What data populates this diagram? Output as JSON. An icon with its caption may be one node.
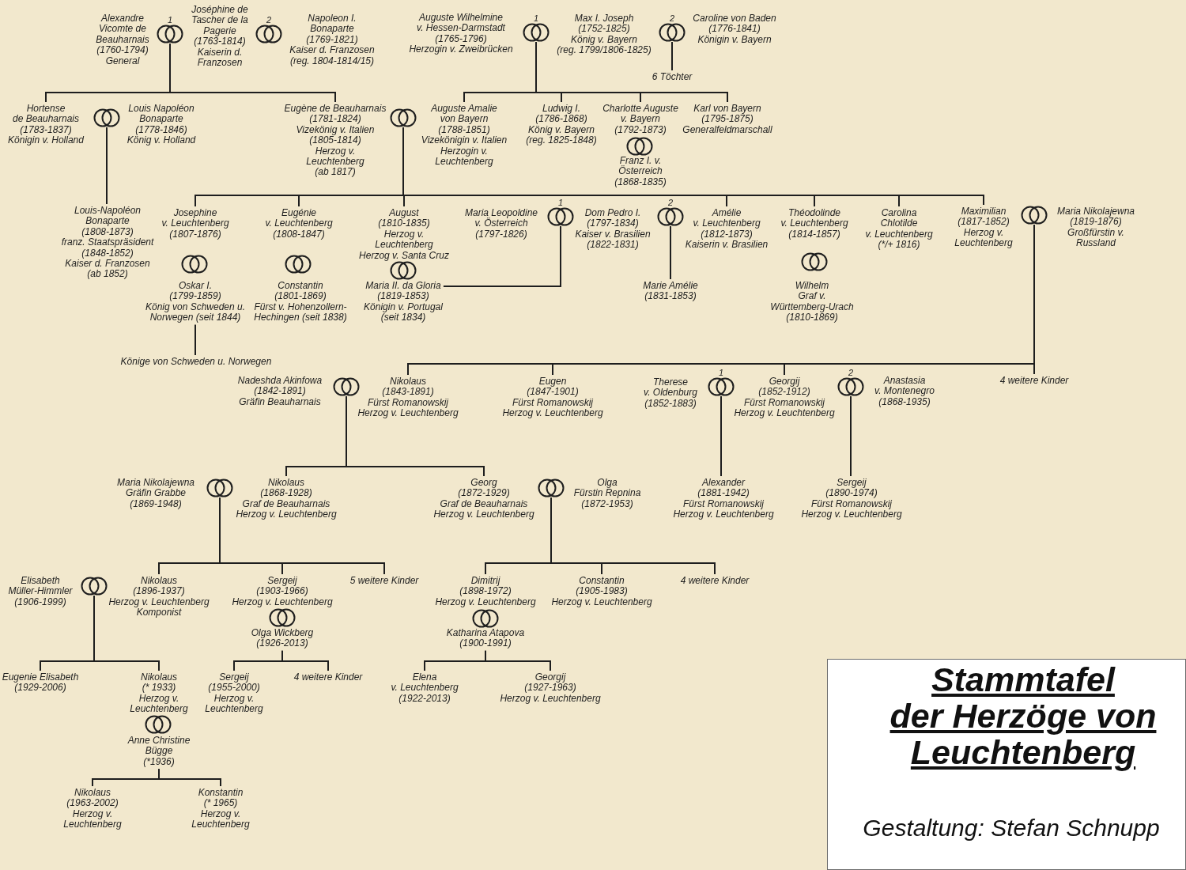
{
  "diagram": {
    "title": "Stammtafel der Herzöge von Leuchtenberg",
    "caption": "Gestaltung: Stefan Schnupp",
    "nodes": [
      {
        "text": [],
        "shape": "rings",
        "beside": [
          "1"
        ]
      },
      {
        "text": [],
        "shape": "rings",
        "beside": [
          "2"
        ]
      },
      {
        "text": [],
        "shape": "rings",
        "beside": [
          "1"
        ]
      },
      {
        "text": [],
        "shape": "rings",
        "beside": [
          "2"
        ]
      },
      {
        "text": [
          "6 Töchter"
        ]
      },
      {
        "text": [
          "Hortense de Beauharnais (1783-1837) Königin v. Holland"
        ]
      },
      {
        "text": [],
        "shape": "rings"
      },
      {
        "text": [
          "Eugène de Beauharnais (1781-1824) Vizekönig v. Italien (1805-1814) Herzog v. Leuchtenberg (ab 1817)"
        ]
      },
      {
        "text": [],
        "shape": "rings"
      },
      {
        "text": [
          "Auguste Amalie von Bayern (1788-1851) Vizekönigin v. Italien Herzogin v. Leuchtenberg"
        ]
      },
      {
        "text": [
          "Ludwig I. (1786-1868) König v. Bayern (reg. 1825-1848)"
        ]
      },
      {
        "text": [
          "Charlotte Auguste v. Bayern (1792-1873)"
        ]
      },
      {
        "text": [
          "Karl von Bayern (1795-1875) Generalfeldmarschall"
        ]
      },
      {
        "text": [],
        "shape": "rings"
      },
      {
        "text": [
          "Louis-Napoléon Bonaparte (1808-1873) franz. Staatspräsident (1848-1852) Kaiser d. Franzosen (ab 1852)"
        ]
      },
      {
        "text": [
          "Josephine v. Leuchtenberg (1807-1876)"
        ]
      },
      {
        "text": [
          "Eugénie v. Leuchtenberg (1808-1847)"
        ]
      },
      {
        "text": [
          "August (1810-1835) Herzog v. Leuchtenberg Herzog v. Santa Cruz"
        ]
      },
      {
        "text": [],
        "shape": "rings",
        "beside": [
          "1"
        ]
      },
      {
        "text": [],
        "shape": "rings",
        "beside": [
          "2"
        ]
      },
      {
        "text": [
          "Amélie v. Leuchtenberg (1812-1873) Kaiserin v. Brasilien"
        ]
      },
      {
        "text": [
          "Théodolinde v. Leuchtenberg (1814-1857)"
        ]
      },
      {
        "text": [
          "Carolina Chlotilde v. Leuchtenberg (*/+ 1816)"
        ]
      },
      {
        "text": [
          "Maximilian (1817-1852) Herzog v. Leuchtenberg"
        ]
      },
      {
        "text": [],
        "shape": "rings"
      },
      {
        "text": [],
        "shape": "rings"
      },
      {
        "text": [],
        "shape": "rings"
      },
      {
        "text": [],
        "shape": "rings"
      },
      {
        "text": [],
        "shape": "rings"
      },
      {
        "text": [
          "Oskar I. (1799-1859) König von Schweden u. Norwegen (seit 1844)"
        ]
      },
      {
        "text": [
          "Maria II. da Gloria (1819-1853) Königin v. Portugal (seit 1834)"
        ]
      },
      {
        "text": [
          "Marie Amélie (1831-1853)"
        ]
      },
      {
        "text": [
          "Könige von Schweden u. Norwegen"
        ]
      },
      {
        "text": [],
        "shape": "rings"
      },
      {
        "text": [
          "Nikolaus (1843-1891) Fürst Romanowskij Herzog v. Leuchtenberg"
        ]
      },
      {
        "text": [
          "Eugen (1847-1901) Fürst Romanowskij Herzog v. Leuchtenberg"
        ]
      },
      {
        "text": [],
        "shape": "rings",
        "beside": [
          "1"
        ]
      },
      {
        "text": [
          "Georgij (1852-1912) Fürst Romanowskij Herzog v. Leuchtenberg"
        ]
      },
      {
        "text": [],
        "shape": "rings",
        "beside": [
          "2"
        ]
      },
      {
        "text": [
          "4 weitere Kinder"
        ]
      },
      {
        "text": [],
        "shape": "rings"
      },
      {
        "text": [
          "Nikolaus (1868-1928) Graf de Beauharnais Herzog v. Leuchtenberg"
        ]
      },
      {
        "text": [
          "Georg (1872-1929) Graf de Beauharnais Herzog v. Leuchtenberg"
        ]
      },
      {
        "text": [],
        "shape": "rings"
      },
      {
        "text": [
          "Alexander (1881-1942) Fürst Romanowskij Herzog v. Leuchtenberg"
        ]
      },
      {
        "text": [
          "Sergeij (1890-1974) Fürst Romanowskij Herzog v. Leuchtenberg"
        ]
      },
      {
        "text": [],
        "shape": "rings"
      },
      {
        "text": [
          "Nikolaus (1896-1937) Herzog v. Leuchtenberg Komponist"
        ]
      },
      {
        "text": [
          "Sergeij (1903-1966) Herzog v. Leuchtenberg"
        ]
      },
      {
        "text": [
          "5 weitere Kinder"
        ]
      },
      {
        "text": [
          "Dimitrij (1898-1972) Herzog v. Leuchtenberg"
        ]
      },
      {
        "text": [
          "Constantin (1905-1983) Herzog v. Leuchtenberg"
        ]
      },
      {
        "text": [
          "4 weitere Kinder"
        ]
      },
      {
        "text": [],
        "shape": "rings"
      },
      {
        "text": [],
        "shape": "rings"
      },
      {
        "text": [
          "Olga Wickberg (1926-2013)"
        ]
      },
      {
        "text": [
          "Katharina Atapova (1900-1991)"
        ]
      },
      {
        "text": [
          "Eugenie Elisabeth (1929-2006)"
        ]
      },
      {
        "text": [
          "Nikolaus (* 1933) Herzog v. Leuchtenberg"
        ]
      },
      {
        "text": [
          "Sergeij (1955-2000) Herzog v. Leuchtenberg"
        ]
      },
      {
        "text": [
          "4 weitere Kinder"
        ]
      },
      {
        "text": [
          "Elena v. Leuchtenberg (1922-2013)"
        ]
      },
      {
        "text": [
          "Georgij (1927-1963) Herzog v. Leuchtenberg"
        ]
      },
      {
        "text": [],
        "shape": "rings"
      },
      {
        "text": [
          "Anne Christine Bügge (*1936)"
        ]
      },
      {
        "text": [
          "Nikolaus (1963-2002) Herzog v. Leuchtenberg"
        ]
      },
      {
        "text": [
          "Konstantin (* 1965) Herzog v. Leuchtenberg"
        ]
      }
    ],
    "edges": [
      {
        "from": 0,
        "to": 5,
        "arrow": "none"
      },
      {
        "from": 0,
        "to": 7,
        "arrow": "none"
      },
      {
        "from": 2,
        "to": 9,
        "arrow": "none"
      },
      {
        "from": 2,
        "to": 10,
        "arrow": "none"
      },
      {
        "from": 2,
        "to": 11,
        "arrow": "none"
      },
      {
        "from": 2,
        "to": 12,
        "arrow": "none"
      },
      {
        "from": 3,
        "to": 4,
        "arrow": "none"
      },
      {
        "from": 6,
        "to": 14,
        "arrow": "none"
      },
      {
        "from": 8,
        "to": 15,
        "arrow": "none"
      },
      {
        "from": 8,
        "to": 16,
        "arrow": "none"
      },
      {
        "from": 8,
        "to": 17,
        "arrow": "none"
      },
      {
        "from": 8,
        "to": 20,
        "arrow": "none"
      },
      {
        "from": 8,
        "to": 21,
        "arrow": "none"
      },
      {
        "from": 8,
        "to": 22,
        "arrow": "none"
      },
      {
        "from": 8,
        "to": 23,
        "arrow": "none"
      },
      {
        "from": 18,
        "to": 30,
        "arrow": "none"
      },
      {
        "from": 19,
        "to": 31,
        "arrow": "none"
      },
      {
        "from": 29,
        "to": 32,
        "arrow": "none"
      },
      {
        "from": 24,
        "to": 34,
        "arrow": "none"
      },
      {
        "from": 24,
        "to": 35,
        "arrow": "none"
      },
      {
        "from": 24,
        "to": 37,
        "arrow": "none"
      },
      {
        "from": 24,
        "to": 39,
        "arrow": "none"
      },
      {
        "from": 33,
        "to": 41,
        "arrow": "none"
      },
      {
        "from": 33,
        "to": 42,
        "arrow": "none"
      },
      {
        "from": 36,
        "to": 44,
        "arrow": "none"
      },
      {
        "from": 38,
        "to": 45,
        "arrow": "none"
      },
      {
        "from": 40,
        "to": 47,
        "arrow": "none"
      },
      {
        "from": 40,
        "to": 48,
        "arrow": "none"
      },
      {
        "from": 40,
        "to": 49,
        "arrow": "none"
      },
      {
        "from": 43,
        "to": 50,
        "arrow": "none"
      },
      {
        "from": 43,
        "to": 51,
        "arrow": "none"
      },
      {
        "from": 43,
        "to": 52,
        "arrow": "none"
      },
      {
        "from": 46,
        "to": 57,
        "arrow": "none"
      },
      {
        "from": 46,
        "to": 58,
        "arrow": "none"
      },
      {
        "from": 55,
        "to": 59,
        "arrow": "none"
      },
      {
        "from": 55,
        "to": 60,
        "arrow": "none"
      },
      {
        "from": 56,
        "to": 61,
        "arrow": "none"
      },
      {
        "from": 56,
        "to": 62,
        "arrow": "none"
      },
      {
        "from": 64,
        "to": 65,
        "arrow": "none"
      },
      {
        "from": 64,
        "to": 66,
        "arrow": "none"
      }
    ],
    "labels": [
      "Alexandre Vicomte de Beauharnais (1760-1794) General",
      "Joséphine de Tascher de la Pagerie (1763-1814) Kaiserin d. Franzosen",
      "Napoleon I. Bonaparte (1769-1821) Kaiser d. Franzosen (reg. 1804-1814/15)",
      "Auguste Wilhelmine v. Hessen-Darmstadt (1765-1796) Herzogin v. Zweibrücken",
      "Max I. Joseph (1752-1825) König v. Bayern (reg. 1799/1806-1825)",
      "Caroline von Baden (1776-1841) Königin v. Bayern",
      "Louis Napoléon Bonaparte (1778-1846) König v. Holland",
      "Franz I. v. Österreich (1868-1835)",
      "Maria Leopoldine v. Österreich (1797-1826)",
      "Dom Pedro I. (1797-1834) Kaiser v. Brasilien (1822-1831)",
      "Maria Nikolajewna (1819-1876) Großfürstin v. Russland",
      "Constantin (1801-1869) Fürst v. Hohenzollern-Hechingen (seit 1838)",
      "Wilhelm Graf v. Württemberg-Urach (1810-1869)",
      "Nadeshda Akinfowa (1842-1891) Gräfin Beauharnais",
      "Therese v. Oldenburg (1852-1883)",
      "Anastasia v. Montenegro (1868-1935)",
      "Maria Nikolajewna Gräfin Grabbe (1869-1948)",
      "Olga Fürstin Repnina (1872-1953)",
      "Elisabeth Müller-Himmler (1906-1999)"
    ]
  }
}
